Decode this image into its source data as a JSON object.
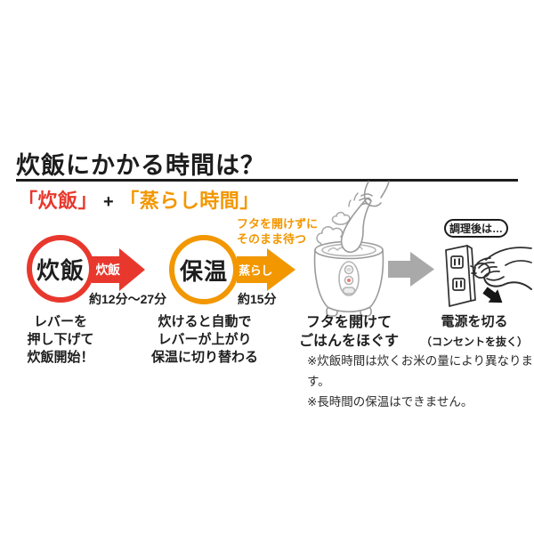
{
  "title": "炊飯にかかる時間は？",
  "subtitle": {
    "cook": "「炊飯」",
    "plus": "+",
    "steam": "「蒸らし時間」"
  },
  "steps": {
    "cook_circle": "炊飯",
    "cook_caption": "レバーを\n押し下げて\n炊飯開始！",
    "keep_warm_circle": "保温",
    "keep_warm_caption": "炊けると自動で\nレバーが上がり\n保温に切り替わる",
    "open_lid_caption": "フタを開けて\nごはんをほぐす",
    "power_bubble": "調理後は…",
    "power_caption": "電源を切る",
    "power_caption_sub": "（コンセントを抜く）"
  },
  "arrows": {
    "cook_label": "炊飯",
    "cook_duration": "約12分～27分",
    "steam_label": "蒸らし",
    "steam_duration": "約15分",
    "steam_note": "フタを開けずに\nそのまま待つ"
  },
  "notes": [
    "※炊飯時間は炊くお米の量により異なります。",
    "※長時間の保温はできません。"
  ],
  "colors": {
    "red": "#e8382d",
    "orange": "#f29700",
    "gray_arrow": "#a9a9a9",
    "ink": "#1c1c1c"
  }
}
